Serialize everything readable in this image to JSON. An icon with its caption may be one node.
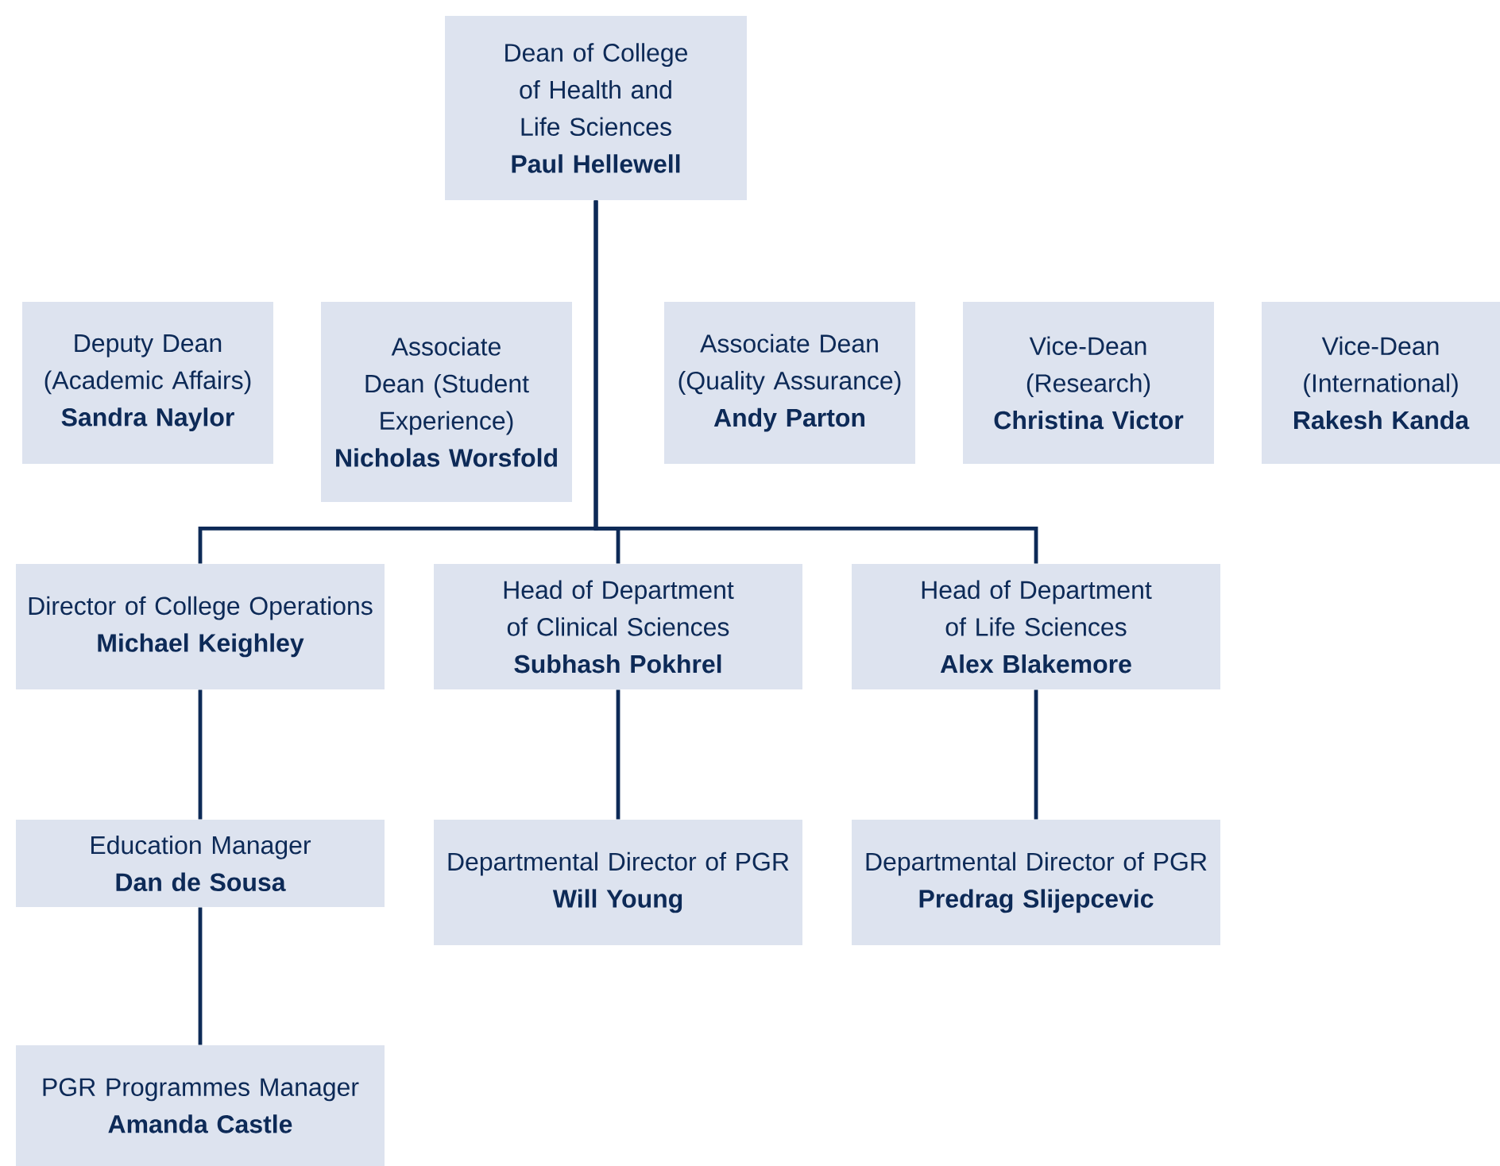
{
  "diagram": {
    "nodes": [
      {
        "text": [
          "Dean of College of Health and Life Sciences",
          "Paul Hellewell"
        ]
      },
      {
        "text": [
          "Deputy Dean (Academic Affairs)",
          "Sandra Naylor"
        ]
      },
      {
        "text": [
          "Associate Dean (Student Experience)",
          "Nicholas Worsfold"
        ]
      },
      {
        "text": [
          "Associate Dean (Quality Assurance)",
          "Andy Parton"
        ]
      },
      {
        "text": [
          "Vice-Dean (Research)",
          "Christina Victor"
        ]
      },
      {
        "text": [
          "Vice-Dean (International)",
          "Rakesh Kanda"
        ]
      },
      {
        "text": [
          "Director of College Operations",
          "Michael Keighley"
        ]
      },
      {
        "text": [
          "Head of Department of Clinical Sciences",
          "Subhash Pokhrel"
        ]
      },
      {
        "text": [
          "Head of Department of Life Sciences",
          "Alex Blakemore"
        ]
      },
      {
        "text": [
          "Education Manager",
          "Dan de Sousa"
        ]
      },
      {
        "text": [
          "Departmental Director of PGR",
          "Will Young"
        ]
      },
      {
        "text": [
          "Departmental Director of PGR",
          "Predrag Slijepcevic"
        ]
      },
      {
        "text": [
          "PGR Programmes Manager",
          "Amanda Castle"
        ]
      }
    ],
    "edges": [
      {
        "from": 0,
        "to": 6,
        "arrow": "none"
      },
      {
        "from": 0,
        "to": 7,
        "arrow": "none"
      },
      {
        "from": 0,
        "to": 8,
        "arrow": "none"
      },
      {
        "from": 6,
        "to": 9,
        "arrow": "none"
      },
      {
        "from": 9,
        "to": 12,
        "arrow": "none"
      },
      {
        "from": 7,
        "to": 10,
        "arrow": "none"
      },
      {
        "from": 8,
        "to": 11,
        "arrow": "none"
      }
    ]
  }
}
